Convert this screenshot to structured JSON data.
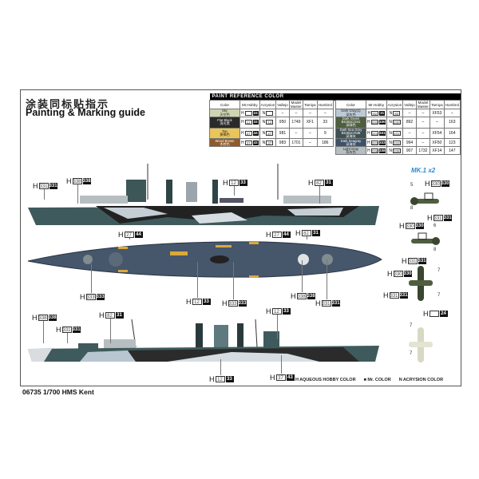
{
  "title_cn": "涂装同标贴指示",
  "title_en": "Painting & Marking guide",
  "caption": "06735 1/700 HMS Kent",
  "legend": [
    "H AQUEOUS HOBBY COLOR",
    "■ Mr. COLOR",
    "N ACRYSION COLOR"
  ],
  "aircraft_label": "MK.1 x2",
  "table": {
    "title": "PAINT  REFERENCE COLOR",
    "headers": [
      "Color",
      "Mr.Hobby",
      "Acrysion",
      "Vallejo",
      "Model Master",
      "Tamiya",
      "Humbrol"
    ],
    "left": [
      {
        "name": "Sky",
        "cn": "天空色",
        "color": "#cdd6b0",
        "h": "",
        "m": "24",
        "n": "",
        "vallejo": "–",
        "mm": "–",
        "tamiya": "–",
        "humbrol": "–"
      },
      {
        "name": "Flat Black",
        "cn": "消光黑",
        "color": "#2a2a2a",
        "h": "12",
        "m": "33",
        "n": "12",
        "vallejo": "950",
        "mm": "1749",
        "tamiya": "XF1",
        "humbrol": "33"
      },
      {
        "name": "Tan",
        "cn": "黄褐色",
        "color": "#e9c55a",
        "h": "27",
        "m": "44",
        "n": "27",
        "vallejo": "981",
        "mm": "–",
        "tamiya": "–",
        "humbrol": "9"
      },
      {
        "name": "Wood Brown",
        "cn": "木棕色",
        "color": "#8d5b2b",
        "h": "37",
        "m": "43",
        "n": "37",
        "vallejo": "983",
        "mm": "1701",
        "tamiya": "–",
        "humbrol": "186"
      }
    ],
    "right": [
      {
        "name": "Dark Gray(1)",
        "cn": "深灰色",
        "color": "#bccad6",
        "h": "82",
        "m": "31",
        "n": "82",
        "vallejo": "–",
        "mm": "–",
        "tamiya": "XF53",
        "humbrol": "–"
      },
      {
        "name": "Dark Green BS381C/241",
        "cn": "深绿色",
        "color": "#4e5e3f",
        "h": "330",
        "m": "330",
        "n": "330",
        "vallejo": "892",
        "mm": "–",
        "tamiya": "–",
        "humbrol": "163"
      },
      {
        "name": "Dark Sea Grey BS381C/638",
        "cn": "深海灰",
        "color": "#3f5052",
        "h": "331",
        "m": "331",
        "n": "331",
        "vallejo": "–",
        "mm": "–",
        "tamiya": "XF54",
        "humbrol": "164"
      },
      {
        "name": "Dark Seagray",
        "cn": "深海灰",
        "color": "#3b5268",
        "h": "333",
        "m": "333",
        "n": "333",
        "vallejo": "994",
        "mm": "–",
        "tamiya": "XF50",
        "humbrol": "123"
      },
      {
        "name": "Light Gray",
        "cn": "亮灰色",
        "color": "#b6bec2",
        "h": "338",
        "m": "338",
        "n": "338",
        "vallejo": "907",
        "mm": "1732",
        "tamiya": "XF14",
        "humbrol": "147"
      }
    ]
  },
  "callouts": [
    {
      "h": "331",
      "m": "331"
    },
    {
      "h": "338",
      "m": "338"
    },
    {
      "h": "12",
      "m": "33"
    },
    {
      "h": "82",
      "m": "31"
    },
    {
      "h": "27",
      "m": "44"
    },
    {
      "h": "27",
      "m": "44"
    },
    {
      "h": "82",
      "m": "31"
    },
    {
      "h": "333",
      "m": "333"
    },
    {
      "h": "12",
      "m": "33"
    },
    {
      "h": "333",
      "m": "333"
    },
    {
      "h": "338",
      "m": "338"
    },
    {
      "h": "331",
      "m": "331"
    },
    {
      "h": "338",
      "m": "338"
    },
    {
      "h": "331",
      "m": "331"
    },
    {
      "h": "82",
      "m": "31"
    },
    {
      "h": "12",
      "m": "33"
    },
    {
      "h": "12",
      "m": "33"
    },
    {
      "h": "37",
      "m": "43"
    },
    {
      "h": "330",
      "m": "330"
    },
    {
      "h": "331",
      "m": "331"
    },
    {
      "h": "330",
      "m": "330"
    },
    {
      "h": "331",
      "m": "331"
    },
    {
      "h": "330",
      "m": "330"
    },
    {
      "h": "331",
      "m": "331"
    },
    {
      "h": "",
      "m": "24"
    }
  ],
  "callout_prefix": "H",
  "decal_numbers": [
    "5",
    "8",
    "6",
    "8",
    "7",
    "7",
    "7",
    "7"
  ]
}
